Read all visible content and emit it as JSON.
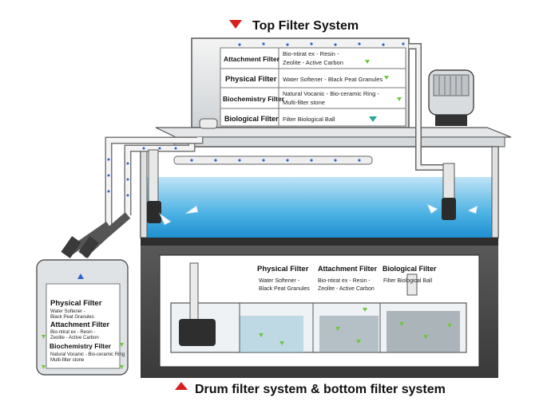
{
  "title_top": "Top Filter System",
  "title_bottom": "Drum filter system & bottom filter system",
  "accent_red": "#d81e1e",
  "water_blue": "#39a8de",
  "top_filter": {
    "rows": [
      {
        "name": "Attachment Filter",
        "line1": "Bio-ntirat ex - Resin -",
        "line2": "Zeolite - Active Carbon"
      },
      {
        "name": "Physical Filter",
        "line1": "Water Softener - Black Peat Granules",
        "line2": ""
      },
      {
        "name": "Biochemistry Filter",
        "line1": "Natural Vocanic - Bio-ceramic Ring -",
        "line2": "Multi-filter stone"
      },
      {
        "name": "Biological Filter",
        "line1": "Filter Biological Ball",
        "line2": ""
      }
    ]
  },
  "bottom_filter": {
    "sections": [
      {
        "name": "Physical Filter",
        "line1": "Water Softener -",
        "line2": "Black Peat Granules"
      },
      {
        "name": "Attachment Filter",
        "line1": "Bio-ntirat ex - Resin -",
        "line2": "Zeolite - Active Carbon"
      },
      {
        "name": "Biological Filter",
        "line1": "Filter Biological Ball",
        "line2": ""
      }
    ]
  },
  "drum_filter": {
    "sections": [
      {
        "name": "Physical Filter",
        "line1": "Water Softener -",
        "line2": "Black Peat Granules"
      },
      {
        "name": "Attachment Filter",
        "line1": "Bio-ntirat ex - Resin -",
        "line2": "Zeolite - Active Carbon"
      },
      {
        "name": "Biochemistry Filter",
        "line1": "Natural Vocanic - Bio-ceramic Ring",
        "line2": "Multi-filter stone"
      }
    ]
  }
}
